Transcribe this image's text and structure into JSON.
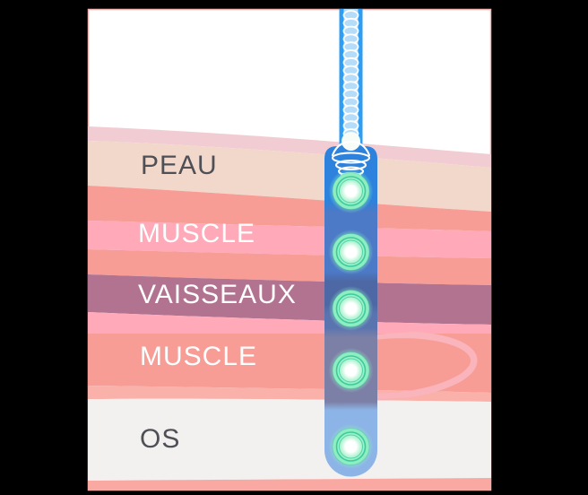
{
  "canvas": {
    "background": "#000000"
  },
  "card": {
    "background": "#ffffff",
    "edge": "#f3b2ae"
  },
  "layers": [
    {
      "id": "peau",
      "label": "PEAU",
      "band_color": "#f2d8ca",
      "text_color": "#4f4f56"
    },
    {
      "id": "muscle-1",
      "label": "MUSCLE",
      "band_color": "#ffa9b9",
      "text_color": "#ffffff"
    },
    {
      "id": "vaisseaux",
      "label": "VAISSEAUX",
      "band_color": "#b17390",
      "text_color": "#ffffff"
    },
    {
      "id": "muscle-2",
      "label": "MUSCLE",
      "band_color": "#f79d96",
      "text_color": "#ffffff"
    },
    {
      "id": "os",
      "label": "OS",
      "band_color": "#f2f1f0",
      "text_color": "#4f4f56"
    }
  ],
  "colors": {
    "stripe_top": "#f2ccd3",
    "flesh": "#f79d96",
    "flesh_light": "#f9b1aa",
    "footer_bar": "#f9a8a2",
    "swirl": "#fab4bb"
  },
  "probe": {
    "sensor_count": 5,
    "cable_edge": "#2f9ef2",
    "cable_inner": "#b5ddfa",
    "coil_white": "#ffffff",
    "connector_white": "#f8fcf6",
    "head": "#2c82dd",
    "upper": "#4c7ac7",
    "vessels_tint": "#4d68a4",
    "lower_slate": "#5a74b0",
    "muted": "#7c80a7",
    "bone_tint": "#8db4e6",
    "sensor_fill": "#8eeec1",
    "sensor_mid": "#bdf5d9",
    "sensor_ring": "#2ec496",
    "sensor_core": "#ffffff",
    "halo": "#8ef0c4"
  }
}
